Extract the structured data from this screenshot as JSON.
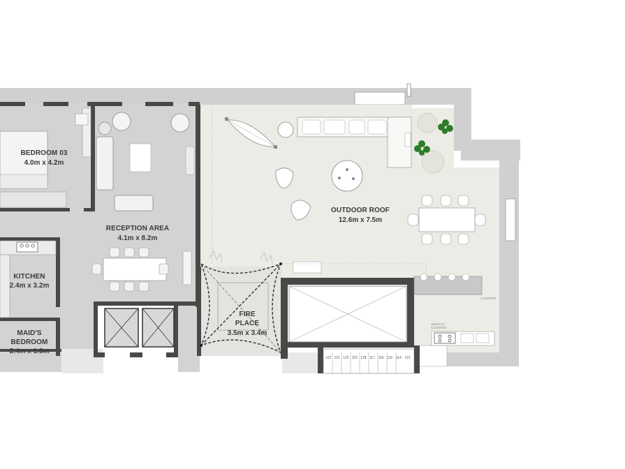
{
  "rooms": {
    "bedroom03": {
      "name": "BEDROOM 03",
      "dims": "4.0m x 4.2m"
    },
    "reception": {
      "name": "RECEPTION AREA",
      "dims": "4.1m x 8.2m"
    },
    "kitchen": {
      "name": "KITCHEN",
      "dims": "2.4m x 3.2m"
    },
    "maids_bedroom": {
      "name_line1": "MAID'S",
      "name_line2": "BEDROOM",
      "dims": "2.4m x 1.6m"
    },
    "fireplace": {
      "name_line1": "FIRE",
      "name_line2": "PLACE",
      "dims": "3.5m x 3.4m"
    },
    "outdoor_roof": {
      "name": "OUTDOOR ROOF",
      "dims": "12.6m x 7.5m"
    }
  },
  "annotations": {
    "counter": "COUNTER",
    "service_counter_line1": "SERVICE",
    "service_counter_line2": "COUNTER"
  },
  "stairs": [
    "122",
    "121",
    "120",
    "119",
    "118",
    "117",
    "116",
    "115",
    "114",
    "113"
  ],
  "colors": {
    "wall": "#4a4747",
    "floor_indoor": "#d3d3d3",
    "floor_outdoor": "#ecebe6",
    "parapet": "#cfcfcf",
    "dashed": "#2d2d2d",
    "plant": "#2f7d2a"
  }
}
